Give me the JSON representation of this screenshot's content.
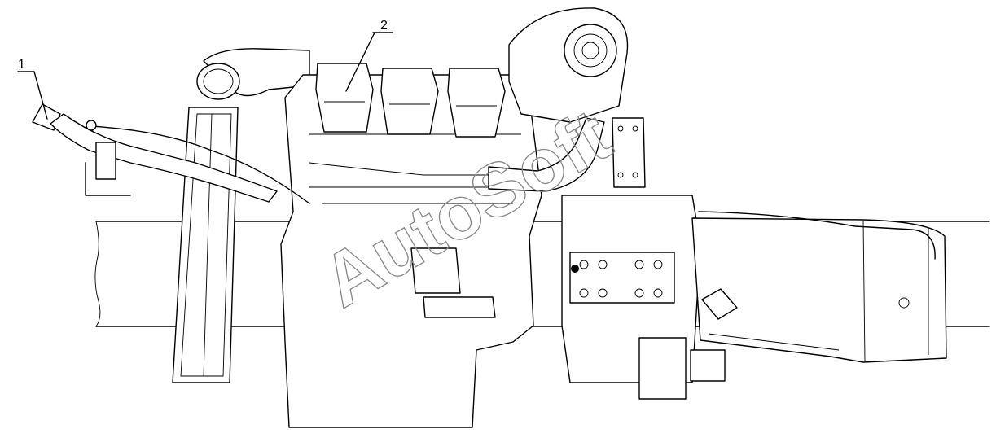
{
  "callouts": [
    {
      "id": "1",
      "label": "1"
    },
    {
      "id": "2",
      "label": "2"
    }
  ],
  "watermark": "AutoSoft"
}
